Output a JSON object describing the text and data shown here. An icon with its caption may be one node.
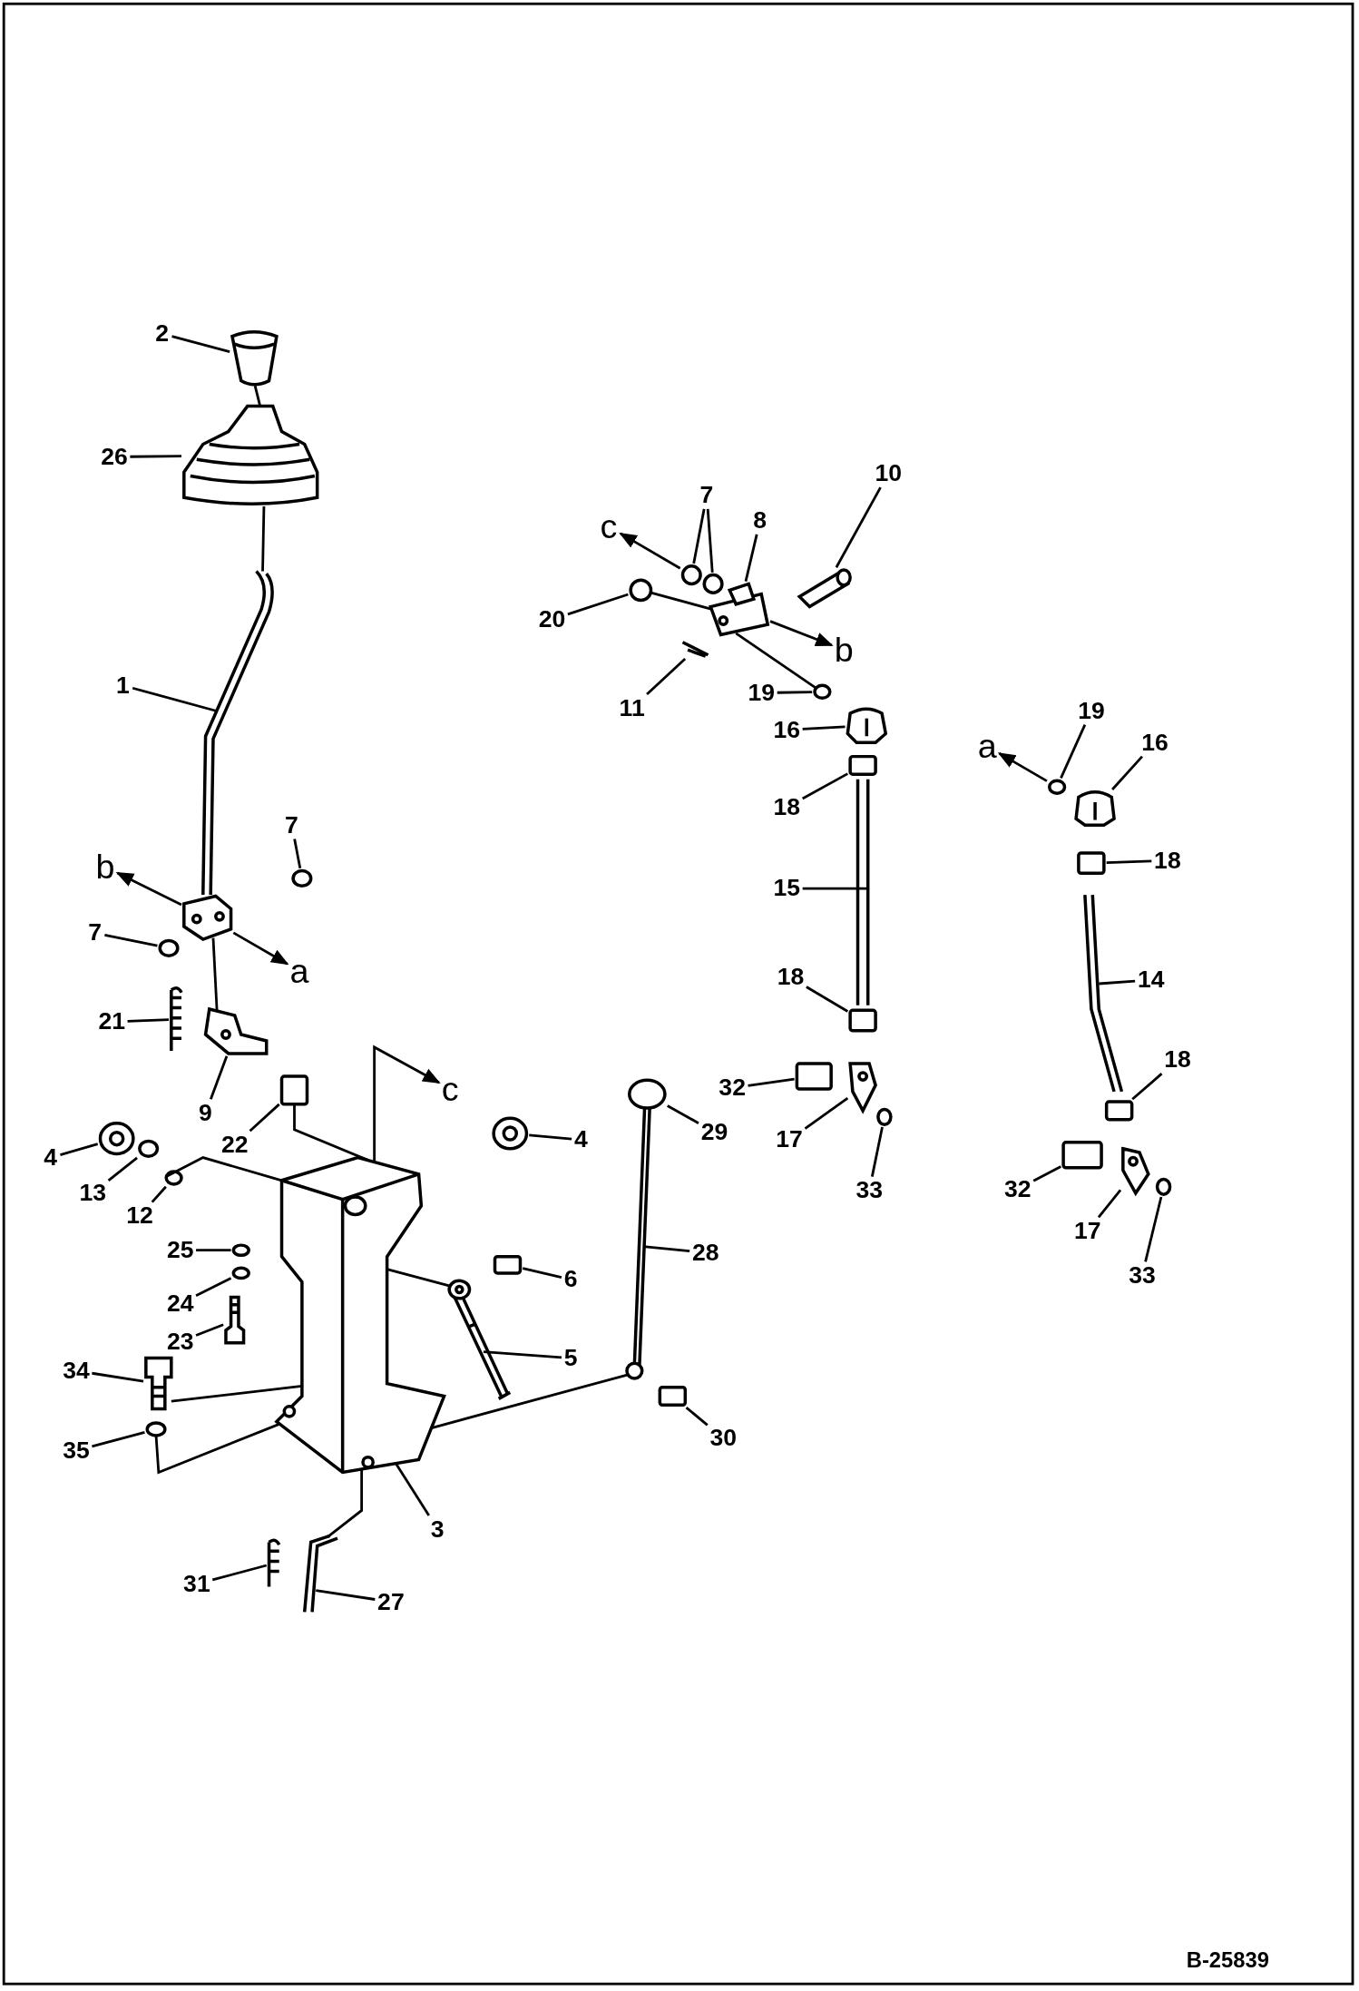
{
  "diagram": {
    "nodes": [
      {
        "text": [
          "2"
        ]
      },
      {
        "text": [
          "26"
        ]
      },
      {
        "text": [
          "1"
        ]
      },
      {
        "text": [
          "7"
        ]
      },
      {
        "text": [
          "b"
        ]
      },
      {
        "text": [
          "7"
        ]
      },
      {
        "text": [
          "a"
        ]
      },
      {
        "text": [
          "21"
        ]
      },
      {
        "text": [
          "9"
        ]
      },
      {
        "text": [
          "22"
        ]
      },
      {
        "text": [
          "c"
        ]
      },
      {
        "text": [
          "4"
        ]
      },
      {
        "text": [
          "13"
        ]
      },
      {
        "text": [
          "12"
        ]
      },
      {
        "text": [
          "4"
        ]
      },
      {
        "text": [
          "25"
        ]
      },
      {
        "text": [
          "24"
        ]
      },
      {
        "text": [
          "23"
        ]
      },
      {
        "text": [
          "34"
        ]
      },
      {
        "text": [
          "35"
        ]
      },
      {
        "text": [
          "6"
        ]
      },
      {
        "text": [
          "5"
        ]
      },
      {
        "text": [
          "3"
        ]
      },
      {
        "text": [
          "31"
        ]
      },
      {
        "text": [
          "27"
        ]
      },
      {
        "text": [
          "29"
        ]
      },
      {
        "text": [
          "28"
        ]
      },
      {
        "text": [
          "30"
        ]
      },
      {
        "text": [
          "10"
        ]
      },
      {
        "text": [
          "c"
        ]
      },
      {
        "text": [
          "7"
        ]
      },
      {
        "text": [
          "8"
        ]
      },
      {
        "text": [
          "20"
        ]
      },
      {
        "text": [
          "11"
        ]
      },
      {
        "text": [
          "19"
        ]
      },
      {
        "text": [
          "b"
        ]
      },
      {
        "text": [
          "16"
        ]
      },
      {
        "text": [
          "18"
        ]
      },
      {
        "text": [
          "15"
        ]
      },
      {
        "text": [
          "18"
        ]
      },
      {
        "text": [
          "32"
        ]
      },
      {
        "text": [
          "17"
        ]
      },
      {
        "text": [
          "33"
        ]
      },
      {
        "text": [
          "a"
        ]
      },
      {
        "text": [
          "19"
        ]
      },
      {
        "text": [
          "16"
        ]
      },
      {
        "text": [
          "18"
        ]
      },
      {
        "text": [
          "14"
        ]
      },
      {
        "text": [
          "18"
        ]
      },
      {
        "text": [
          "32"
        ]
      },
      {
        "text": [
          "17"
        ]
      },
      {
        "text": [
          "33"
        ]
      },
      {
        "text": [],
        "shape": "picture"
      },
      {
        "text": [],
        "shape": "picture"
      },
      {
        "text": [],
        "shape": "picture"
      },
      {
        "text": [],
        "shape": "circle"
      },
      {
        "text": [],
        "shape": "picture"
      },
      {
        "text": [],
        "shape": "circle"
      },
      {
        "text": [],
        "shape": "picture"
      },
      {
        "text": [],
        "shape": "picture"
      },
      {
        "text": [],
        "shape": "box"
      },
      {
        "text": [],
        "shape": "picture"
      },
      {
        "text": [],
        "shape": "circle"
      },
      {
        "text": [],
        "shape": "circle"
      },
      {
        "text": [],
        "shape": "picture"
      },
      {
        "text": [],
        "shape": "circle"
      },
      {
        "text": [],
        "shape": "circle"
      },
      {
        "text": [],
        "shape": "picture"
      },
      {
        "text": [],
        "shape": "picture"
      },
      {
        "text": [],
        "shape": "circle"
      },
      {
        "text": [],
        "shape": "box"
      },
      {
        "text": [],
        "shape": "picture"
      },
      {
        "text": [],
        "shape": "picture"
      },
      {
        "text": [],
        "shape": "picture"
      },
      {
        "text": [],
        "shape": "picture"
      },
      {
        "text": [],
        "shape": "circle"
      },
      {
        "text": [],
        "shape": "picture"
      },
      {
        "text": [],
        "shape": "box"
      },
      {
        "text": [],
        "shape": "picture"
      },
      {
        "text": [],
        "shape": "circle"
      },
      {
        "text": [],
        "shape": "circle"
      },
      {
        "text": [],
        "shape": "picture"
      },
      {
        "text": [],
        "shape": "circle"
      },
      {
        "text": [],
        "shape": "picture"
      },
      {
        "text": [],
        "shape": "circle"
      },
      {
        "text": [],
        "shape": "picture"
      },
      {
        "text": [],
        "shape": "box"
      },
      {
        "text": [],
        "shape": "picture"
      },
      {
        "text": [],
        "shape": "box"
      },
      {
        "text": [],
        "shape": "box"
      },
      {
        "text": [],
        "shape": "picture"
      },
      {
        "text": [],
        "shape": "circle"
      },
      {
        "text": [],
        "shape": "circle"
      },
      {
        "text": [],
        "shape": "picture"
      },
      {
        "text": [],
        "shape": "box"
      },
      {
        "text": [],
        "shape": "picture"
      },
      {
        "text": [],
        "shape": "box"
      },
      {
        "text": [],
        "shape": "box"
      },
      {
        "text": [],
        "shape": "picture"
      },
      {
        "text": [],
        "shape": "circle"
      }
    ],
    "edges": [
      {
        "from": 0,
        "to": 52,
        "arrow": "none"
      },
      {
        "from": 1,
        "to": 53,
        "arrow": "none"
      },
      {
        "from": 2,
        "to": 54,
        "arrow": "none"
      },
      {
        "from": 3,
        "to": 55,
        "arrow": "none"
      },
      {
        "from": 56,
        "to": 4,
        "arrow": "to"
      },
      {
        "from": 5,
        "to": 57,
        "arrow": "none"
      },
      {
        "from": 56,
        "to": 6,
        "arrow": "to"
      },
      {
        "from": 7,
        "to": 58,
        "arrow": "none"
      },
      {
        "from": 8,
        "to": 59,
        "arrow": "none"
      },
      {
        "from": 9,
        "to": 60,
        "arrow": "none"
      },
      {
        "from": 72,
        "to": 10,
        "arrow": "to"
      },
      {
        "from": 11,
        "to": 61,
        "arrow": "none"
      },
      {
        "from": 12,
        "to": 62,
        "arrow": "none"
      },
      {
        "from": 13,
        "to": 63,
        "arrow": "none"
      },
      {
        "from": 14,
        "to": 64,
        "arrow": "none"
      },
      {
        "from": 15,
        "to": 65,
        "arrow": "none"
      },
      {
        "from": 16,
        "to": 66,
        "arrow": "none"
      },
      {
        "from": 17,
        "to": 67,
        "arrow": "none"
      },
      {
        "from": 18,
        "to": 68,
        "arrow": "none"
      },
      {
        "from": 19,
        "to": 69,
        "arrow": "none"
      },
      {
        "from": 20,
        "to": 70,
        "arrow": "none"
      },
      {
        "from": 21,
        "to": 71,
        "arrow": "none"
      },
      {
        "from": 22,
        "to": 72,
        "arrow": "none"
      },
      {
        "from": 23,
        "to": 73,
        "arrow": "none"
      },
      {
        "from": 24,
        "to": 74,
        "arrow": "none"
      },
      {
        "from": 25,
        "to": 75,
        "arrow": "none"
      },
      {
        "from": 26,
        "to": 76,
        "arrow": "none"
      },
      {
        "from": 27,
        "to": 77,
        "arrow": "none"
      },
      {
        "from": 28,
        "to": 78,
        "arrow": "none"
      },
      {
        "from": 79,
        "to": 29,
        "arrow": "to"
      },
      {
        "from": 30,
        "to": 79,
        "arrow": "none"
      },
      {
        "from": 30,
        "to": 80,
        "arrow": "none"
      },
      {
        "from": 31,
        "to": 81,
        "arrow": "none"
      },
      {
        "from": 32,
        "to": 82,
        "arrow": "none"
      },
      {
        "from": 33,
        "to": 83,
        "arrow": "none"
      },
      {
        "from": 34,
        "to": 84,
        "arrow": "none"
      },
      {
        "from": 81,
        "to": 35,
        "arrow": "to"
      },
      {
        "from": 36,
        "to": 85,
        "arrow": "none"
      },
      {
        "from": 37,
        "to": 86,
        "arrow": "none"
      },
      {
        "from": 38,
        "to": 87,
        "arrow": "none"
      },
      {
        "from": 39,
        "to": 88,
        "arrow": "none"
      },
      {
        "from": 40,
        "to": 89,
        "arrow": "none"
      },
      {
        "from": 41,
        "to": 90,
        "arrow": "none"
      },
      {
        "from": 42,
        "to": 91,
        "arrow": "none"
      },
      {
        "from": 92,
        "to": 43,
        "arrow": "to"
      },
      {
        "from": 44,
        "to": 92,
        "arrow": "none"
      },
      {
        "from": 45,
        "to": 93,
        "arrow": "none"
      },
      {
        "from": 46,
        "to": 94,
        "arrow": "none"
      },
      {
        "from": 47,
        "to": 95,
        "arrow": "none"
      },
      {
        "from": 48,
        "to": 96,
        "arrow": "none"
      },
      {
        "from": 49,
        "to": 97,
        "arrow": "none"
      },
      {
        "from": 50,
        "to": 98,
        "arrow": "none"
      },
      {
        "from": 51,
        "to": 99,
        "arrow": "none"
      },
      {
        "from": 52,
        "to": 53,
        "arrow": "none"
      },
      {
        "from": 53,
        "to": 54,
        "arrow": "none"
      },
      {
        "from": 56,
        "to": 59,
        "arrow": "none"
      },
      {
        "from": 60,
        "to": 72,
        "arrow": "none"
      },
      {
        "from": 63,
        "to": 72,
        "arrow": "none"
      },
      {
        "from": 68,
        "to": 72,
        "arrow": "none"
      },
      {
        "from": 69,
        "to": 72,
        "arrow": "none"
      },
      {
        "from": 72,
        "to": 74,
        "arrow": "none"
      },
      {
        "from": 72,
        "to": 76,
        "arrow": "none"
      },
      {
        "from": 82,
        "to": 81,
        "arrow": "none"
      },
      {
        "from": 81,
        "to": 84,
        "arrow": "none"
      },
      {
        "from": 72,
        "to": 71,
        "arrow": "none"
      }
    ],
    "labels": [
      "B-25839"
    ]
  }
}
